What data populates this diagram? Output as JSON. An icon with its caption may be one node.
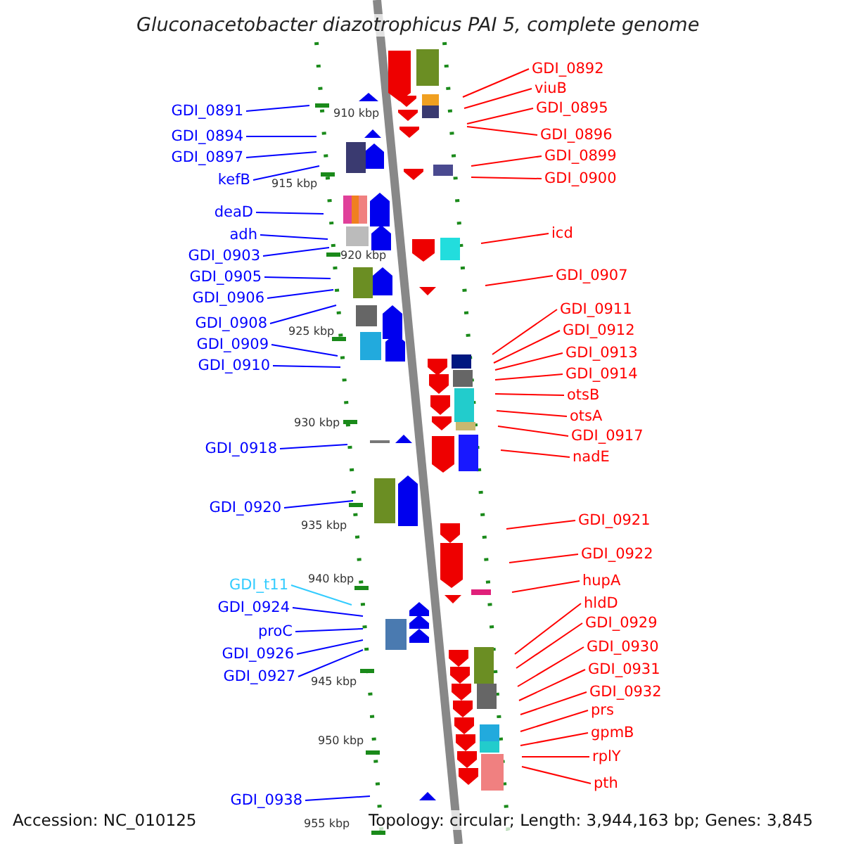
{
  "diagram": {
    "title": "Gluconacetobacter diazotrophicus PAI 5, complete genome",
    "nodes": [
      {
        "text": [
          "GDI_0891"
        ]
      },
      {
        "text": [
          "GDI_0894"
        ]
      },
      {
        "text": [
          "GDI_0897"
        ]
      },
      {
        "text": [
          "kefB"
        ]
      },
      {
        "text": [
          "deaD"
        ]
      },
      {
        "text": [
          "adh"
        ]
      },
      {
        "text": [
          "GDI_0903"
        ]
      },
      {
        "text": [
          "GDI_0905"
        ]
      },
      {
        "text": [
          "GDI_0906"
        ]
      },
      {
        "text": [
          "GDI_0908"
        ]
      },
      {
        "text": [
          "GDI_0909"
        ]
      },
      {
        "text": [
          "GDI_0910"
        ]
      },
      {
        "text": [
          "GDI_0918"
        ]
      },
      {
        "text": [
          "GDI_0920"
        ]
      },
      {
        "text": [
          "GDI_t11"
        ]
      },
      {
        "text": [
          "GDI_0924"
        ]
      },
      {
        "text": [
          "proC"
        ]
      },
      {
        "text": [
          "GDI_0926"
        ]
      },
      {
        "text": [
          "GDI_0927"
        ]
      },
      {
        "text": [
          "GDI_0938"
        ]
      },
      {
        "text": [
          "GDI_0892"
        ]
      },
      {
        "text": [
          "viuB"
        ]
      },
      {
        "text": [
          "GDI_0895"
        ]
      },
      {
        "text": [
          "GDI_0896"
        ]
      },
      {
        "text": [
          "GDI_0899"
        ]
      },
      {
        "text": [
          "GDI_0900"
        ]
      },
      {
        "text": [
          "icd"
        ]
      },
      {
        "text": [
          "GDI_0907"
        ]
      },
      {
        "text": [
          "GDI_0911"
        ]
      },
      {
        "text": [
          "GDI_0912"
        ]
      },
      {
        "text": [
          "GDI_0913"
        ]
      },
      {
        "text": [
          "GDI_0914"
        ]
      },
      {
        "text": [
          "otsB"
        ]
      },
      {
        "text": [
          "otsA"
        ]
      },
      {
        "text": [
          "GDI_0917"
        ]
      },
      {
        "text": [
          "nadE"
        ]
      },
      {
        "text": [
          "GDI_0921"
        ]
      },
      {
        "text": [
          "GDI_0922"
        ]
      },
      {
        "text": [
          "hupA"
        ]
      },
      {
        "text": [
          "hldD"
        ]
      },
      {
        "text": [
          "GDI_0929"
        ]
      },
      {
        "text": [
          "GDI_0930"
        ]
      },
      {
        "text": [
          "GDI_0931"
        ]
      },
      {
        "text": [
          "GDI_0932"
        ]
      },
      {
        "text": [
          "prs"
        ]
      },
      {
        "text": [
          "gpmB"
        ]
      },
      {
        "text": [
          "rplY"
        ]
      },
      {
        "text": [
          "pth"
        ]
      }
    ],
    "edges": [
      {
        "from": 0,
        "to": null,
        "arrow": "none",
        "color": "#0000ff"
      },
      {
        "from": 1,
        "to": null,
        "arrow": "none",
        "color": "#0000ff"
      },
      {
        "from": 2,
        "to": null,
        "arrow": "none",
        "color": "#0000ff"
      },
      {
        "from": 3,
        "to": null,
        "arrow": "none",
        "color": "#0000ff"
      },
      {
        "from": 4,
        "to": null,
        "arrow": "none",
        "color": "#0000ff"
      },
      {
        "from": 5,
        "to": null,
        "arrow": "none",
        "color": "#0000ff"
      },
      {
        "from": 6,
        "to": null,
        "arrow": "none",
        "color": "#0000ff"
      },
      {
        "from": 7,
        "to": null,
        "arrow": "none",
        "color": "#0000ff"
      },
      {
        "from": 8,
        "to": null,
        "arrow": "none",
        "color": "#0000ff"
      },
      {
        "from": 9,
        "to": null,
        "arrow": "none",
        "color": "#0000ff"
      },
      {
        "from": 10,
        "to": null,
        "arrow": "none",
        "color": "#0000ff"
      },
      {
        "from": 11,
        "to": null,
        "arrow": "none",
        "color": "#0000ff"
      },
      {
        "from": 12,
        "to": null,
        "arrow": "none",
        "color": "#0000ff"
      },
      {
        "from": 13,
        "to": null,
        "arrow": "none",
        "color": "#0000ff"
      },
      {
        "from": 14,
        "to": null,
        "arrow": "none",
        "color": "#33ccff"
      },
      {
        "from": 15,
        "to": null,
        "arrow": "none",
        "color": "#0000ff"
      },
      {
        "from": 16,
        "to": null,
        "arrow": "none",
        "color": "#0000ff"
      },
      {
        "from": 17,
        "to": null,
        "arrow": "none",
        "color": "#0000ff"
      },
      {
        "from": 18,
        "to": null,
        "arrow": "none",
        "color": "#0000ff"
      },
      {
        "from": 19,
        "to": null,
        "arrow": "none",
        "color": "#0000ff"
      },
      {
        "from": 20,
        "to": null,
        "arrow": "none"
      },
      {
        "from": 21,
        "to": null,
        "arrow": "none"
      },
      {
        "from": 22,
        "to": null,
        "arrow": "none"
      },
      {
        "from": 23,
        "to": null,
        "arrow": "none"
      },
      {
        "from": 24,
        "to": null,
        "arrow": "none"
      },
      {
        "from": 25,
        "to": null,
        "arrow": "none"
      },
      {
        "from": 26,
        "to": null,
        "arrow": "none"
      },
      {
        "from": 27,
        "to": null,
        "arrow": "none"
      },
      {
        "from": 28,
        "to": null,
        "arrow": "none"
      },
      {
        "from": 29,
        "to": null,
        "arrow": "none"
      },
      {
        "from": 30,
        "to": null,
        "arrow": "none"
      },
      {
        "from": 31,
        "to": null,
        "arrow": "none"
      },
      {
        "from": 32,
        "to": null,
        "arrow": "none"
      },
      {
        "from": 33,
        "to": null,
        "arrow": "none"
      },
      {
        "from": 34,
        "to": null,
        "arrow": "none"
      },
      {
        "from": 35,
        "to": null,
        "arrow": "none"
      },
      {
        "from": 36,
        "to": null,
        "arrow": "none"
      },
      {
        "from": 37,
        "to": null,
        "arrow": "none"
      },
      {
        "from": 38,
        "to": null,
        "arrow": "none"
      },
      {
        "from": 39,
        "to": null,
        "arrow": "none"
      },
      {
        "from": 40,
        "to": null,
        "arrow": "none"
      },
      {
        "from": 41,
        "to": null,
        "arrow": "none"
      },
      {
        "from": 42,
        "to": null,
        "arrow": "none"
      },
      {
        "from": 43,
        "to": null,
        "arrow": "none"
      },
      {
        "from": 44,
        "to": null,
        "arrow": "none"
      },
      {
        "from": 45,
        "to": null,
        "arrow": "none"
      },
      {
        "from": 46,
        "to": null,
        "arrow": "none"
      },
      {
        "from": 47,
        "to": null,
        "arrow": "none"
      }
    ],
    "labels": [
      "910 kbp",
      "915 kbp",
      "920 kbp",
      "925 kbp",
      "930 kbp",
      "935 kbp",
      "940 kbp",
      "945 kbp",
      "950 kbp",
      "955 kbp",
      "Accession: NC_010125",
      "Topology: circular; Length: 3,944,163 bp; Genes: 3,845"
    ]
  }
}
